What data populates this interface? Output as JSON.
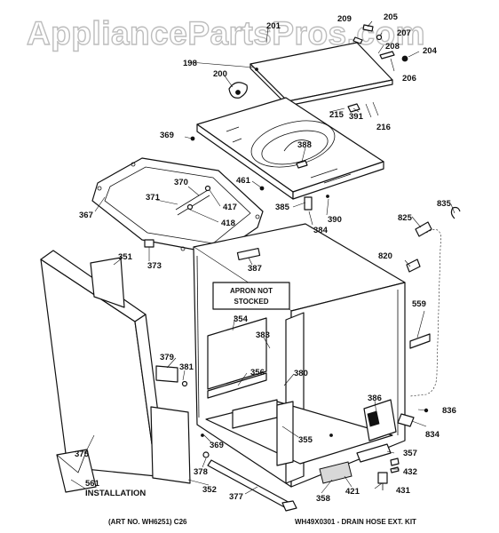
{
  "watermark": "AppliancePartsPros.com",
  "parts": {
    "p198": "198",
    "p200": "200",
    "p201": "201",
    "p204": "204",
    "p205": "205",
    "p206": "206",
    "p207": "207",
    "p208": "208",
    "p209": "209",
    "p215": "215",
    "p216": "216",
    "p351": "351",
    "p352": "352",
    "p354": "354",
    "p355": "355",
    "p356": "356",
    "p357": "357",
    "p358": "358",
    "p367": "367",
    "p369a": "369",
    "p369b": "369",
    "p370": "370",
    "p371": "371",
    "p373": "373",
    "p375": "375",
    "p377": "377",
    "p378": "378",
    "p379": "379",
    "p380": "380",
    "p381": "381",
    "p383": "383",
    "p384": "384",
    "p385": "385",
    "p386": "386",
    "p387": "387",
    "p388": "388",
    "p390": "390",
    "p391": "391",
    "p417": "417",
    "p418": "418",
    "p421": "421",
    "p431": "431",
    "p432": "432",
    "p461": "461",
    "p559": "559",
    "p561": "561",
    "p820": "820",
    "p825": "825",
    "p834": "834",
    "p835": "835",
    "p836": "836"
  },
  "notes": {
    "apron_line1": "APRON NOT",
    "apron_line2": "STOCKED",
    "installation": "INSTALLATION"
  },
  "footer": {
    "art_no": "(ART NO. WH6251) C26",
    "kit": "WH49X0301 - DRAIN HOSE EXT. KIT"
  }
}
